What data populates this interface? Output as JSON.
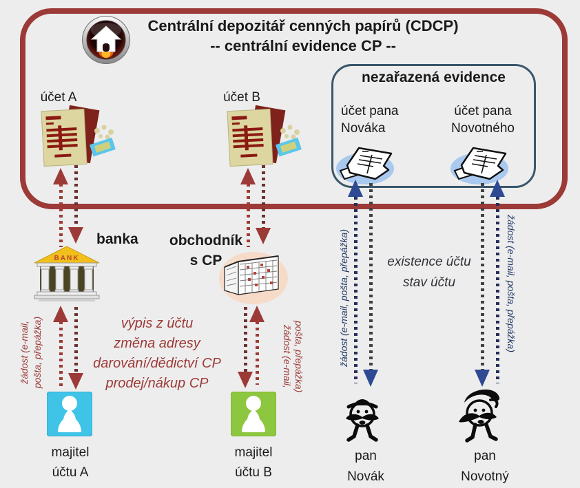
{
  "header": {
    "title_line1": "Centrální depozitář cenných papírů (CDCP)",
    "title_line2": "-- centrální evidence CP --"
  },
  "cdcp": {
    "account_a": "účet A",
    "account_b": "účet B",
    "unassigned": {
      "title": "nezařazená evidence",
      "novak_account_line1": "účet pana",
      "novak_account_line2": "Nováka",
      "novotny_account_line1": "účet pana",
      "novotny_account_line2": "Novotného"
    }
  },
  "intermediaries": {
    "bank_label": "banka",
    "bank_sign": "BANK",
    "broker_line1": "obchodník",
    "broker_line2": "s CP"
  },
  "owners": {
    "owner_a_line1": "majitel",
    "owner_a_line2": "účtu A",
    "owner_b_line1": "majitel",
    "owner_b_line2": "účtu B",
    "novak_line1": "pan",
    "novak_line2": "Novák",
    "novotny_line1": "pan",
    "novotny_line2": "Novotný"
  },
  "annotations": {
    "request_line1": "žádost (e-mail,",
    "request_line2": "pošta, přepážka)",
    "request_full": "žádost (e-mail, pošta, přepážka)",
    "operations": [
      "výpis z účtu",
      "změna adresy",
      "darování/dědictví CP",
      "prodej/nákup CP"
    ],
    "status_line1": "existence účtu",
    "status_line2": "stav účtu"
  },
  "colors": {
    "background": "#ededed",
    "outer_border_red": "#9c3a38",
    "inner_border_blue": "#3a566b",
    "arrow_red": "#9c3a38",
    "arrow_red_dark_dots": "#6b3230",
    "arrow_navy_dots": "#272e58",
    "arrow_blue_head": "#2d4a93",
    "line_dark": "#414141",
    "text_red_italic": "#9c3a38",
    "text_navy_italic": "#1f3864",
    "text_status": "#33333d",
    "owner_a_square": "#3fc4e8",
    "owner_b_square": "#8dc63f"
  }
}
